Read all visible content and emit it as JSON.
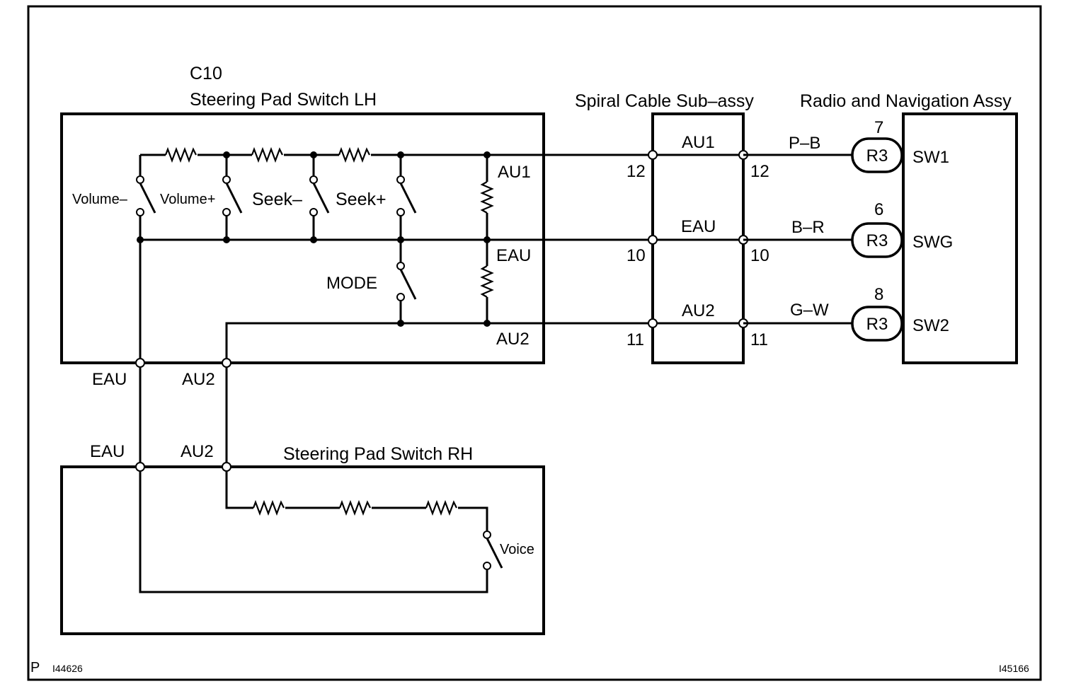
{
  "components": {
    "lh_connector": "C10",
    "lh_switch": "Steering Pad Switch LH",
    "spiral_cable": "Spiral Cable Sub–assy",
    "radio": "Radio and Navigation Assy",
    "rh_switch": "Steering Pad Switch RH"
  },
  "switches": {
    "volume_minus": "Volume–",
    "volume_plus": "Volume+",
    "seek_minus": "Seek–",
    "seek_plus": "Seek+",
    "mode": "MODE",
    "voice": "Voice"
  },
  "lh_pins": {
    "au1": "AU1",
    "eau": "EAU",
    "au2": "AU2"
  },
  "lh_bottom_pins": {
    "eau": "EAU",
    "au2": "AU2"
  },
  "rh_pins": {
    "eau": "EAU",
    "au2": "AU2"
  },
  "spiral": {
    "au1": "AU1",
    "eau": "EAU",
    "au2": "AU2",
    "left_pins": [
      "12",
      "10",
      "11"
    ],
    "right_pins": [
      "12",
      "10",
      "11"
    ]
  },
  "wires": [
    {
      "color": "P–B",
      "pin": "7",
      "connector": "R3",
      "terminal": "SW1"
    },
    {
      "color": "B–R",
      "pin": "6",
      "connector": "R3",
      "terminal": "SWG"
    },
    {
      "color": "G–W",
      "pin": "8",
      "connector": "R3",
      "terminal": "SW2"
    }
  ],
  "footer": {
    "letter": "P",
    "code_left": "I44626",
    "code_right": "I45166"
  }
}
